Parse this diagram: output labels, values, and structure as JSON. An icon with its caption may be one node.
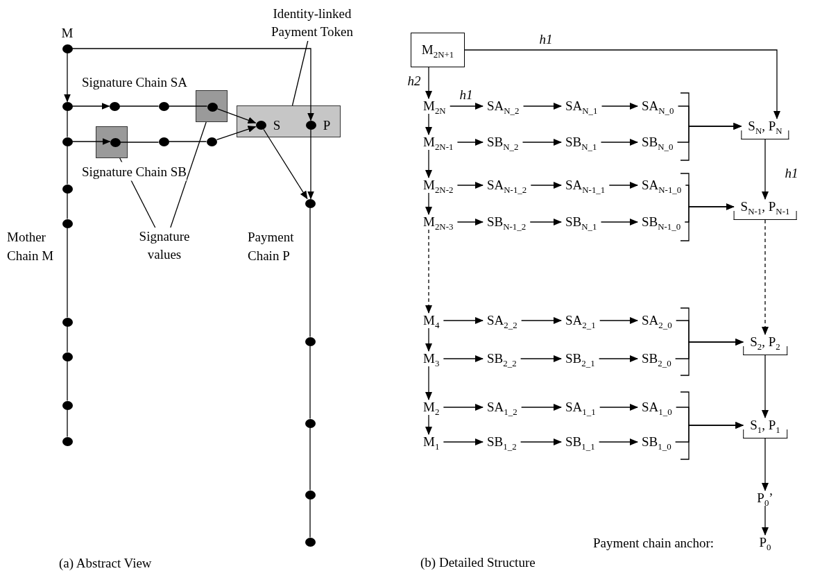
{
  "diagram": {
    "nodes": [
      {
        "text": [
          "Identity-linked Payment Token"
        ]
      },
      {
        "text": [],
        "shape": "circle",
        "beside": [
          "M"
        ]
      },
      {
        "text": [],
        "shape": "circle"
      },
      {
        "text": [],
        "shape": "circle"
      },
      {
        "text": [],
        "shape": "circle"
      },
      {
        "text": [],
        "shape": "box"
      },
      {
        "text": [],
        "shape": "circle",
        "in": 5
      },
      {
        "text": [],
        "shape": "box"
      },
      {
        "text": [],
        "shape": "circle",
        "in": 7,
        "beside": [
          "S"
        ]
      },
      {
        "text": [],
        "shape": "circle",
        "in": 7,
        "beside": [
          "P"
        ]
      },
      {
        "text": [],
        "shape": "circle"
      },
      {
        "text": [],
        "shape": "box"
      },
      {
        "text": [],
        "shape": "circle",
        "in": 11
      },
      {
        "text": [],
        "shape": "circle"
      },
      {
        "text": [],
        "shape": "circle"
      },
      {
        "text": [],
        "shape": "circle"
      },
      {
        "text": [],
        "shape": "circle"
      },
      {
        "text": [],
        "shape": "circle"
      },
      {
        "text": [
          "Signature values"
        ]
      },
      {
        "text": [],
        "shape": "circle"
      },
      {
        "text": [],
        "shape": "circle"
      },
      {
        "text": [],
        "shape": "circle"
      },
      {
        "text": [],
        "shape": "circle"
      },
      {
        "text": [],
        "shape": "circle"
      },
      {
        "text": [],
        "shape": "circle"
      },
      {
        "text": [],
        "shape": "circle"
      },
      {
        "text": [],
        "shape": "circle"
      },
      {
        "text": [
          "M$_{2N+1}$"
        ]
      },
      {
        "text": [
          "M$_{2N}$"
        ]
      },
      {
        "text": [
          "SA$_{N_2}$"
        ]
      },
      {
        "text": [
          "SA$_{N_1}$"
        ]
      },
      {
        "text": [
          "SA$_{N_0}$"
        ]
      },
      {
        "text": [
          "M$_{2N-1}$"
        ]
      },
      {
        "text": [
          "SB$_{N_2}$"
        ]
      },
      {
        "text": [
          "SB$_{N_1}$"
        ]
      },
      {
        "text": [
          "SB$_{N_0}$"
        ]
      },
      {
        "text": [
          "S$_{N}$, P$_{N}$"
        ]
      },
      {
        "text": [
          "M$_{2N-2}$"
        ]
      },
      {
        "text": [
          "SA$_{N-1_2}$"
        ]
      },
      {
        "text": [
          "SA$_{N-1_1}$"
        ]
      },
      {
        "text": [
          "SA$_{N-1_0}$"
        ]
      },
      {
        "text": [
          "M$_{2N-3}$"
        ]
      },
      {
        "text": [
          "SB$_{N-1_2}$"
        ]
      },
      {
        "text": [
          "SB$_{N_1}$"
        ]
      },
      {
        "text": [
          "SB$_{N-1_0}$"
        ]
      },
      {
        "text": [
          "S$_{N-1}$, P$_{N-1}$"
        ]
      },
      {
        "text": [
          "M$_{4}$"
        ]
      },
      {
        "text": [
          "SA$_{2_2}$"
        ]
      },
      {
        "text": [
          "SA$_{2_1}$"
        ]
      },
      {
        "text": [
          "SA$_{2_0}$"
        ]
      },
      {
        "text": [
          "M$_{3}$"
        ]
      },
      {
        "text": [
          "SB$_{2_2}$"
        ]
      },
      {
        "text": [
          "SB$_{2_1}$"
        ]
      },
      {
        "text": [
          "SB$_{2_0}$"
        ]
      },
      {
        "text": [
          "S$_{2}$, P$_{2}$"
        ]
      },
      {
        "text": [
          "M$_{2}$"
        ]
      },
      {
        "text": [
          "SA$_{1_2}$"
        ]
      },
      {
        "text": [
          "SA$_{1_1}$"
        ]
      },
      {
        "text": [
          "SA$_{1_0}$"
        ]
      },
      {
        "text": [
          "M$_{1}$"
        ]
      },
      {
        "text": [
          "SB$_{1_2}$"
        ]
      },
      {
        "text": [
          "SB$_{1_1}$"
        ]
      },
      {
        "text": [
          "SB$_{1_0}$"
        ]
      },
      {
        "text": [
          "S$_{1}$, P$_{1}$"
        ]
      },
      {
        "text": [
          "P$_{0}$’"
        ]
      },
      {
        "text": [
          "P$_{0}$"
        ]
      }
    ],
    "edges": [
      {
        "from": 0,
        "to": 7,
        "arrow": "none"
      },
      {
        "from": 18,
        "to": 11,
        "arrow": "none"
      },
      {
        "from": 18,
        "to": 5,
        "arrow": "none"
      },
      {
        "from": 1,
        "to": 9,
        "arrow": "to"
      },
      {
        "from": 1,
        "to": 2,
        "arrow": "to"
      },
      {
        "from": 2,
        "to": 10,
        "arrow": "none"
      },
      {
        "from": 10,
        "to": 15,
        "arrow": "none"
      },
      {
        "from": 15,
        "to": 17,
        "arrow": "none"
      },
      {
        "from": 17,
        "to": 19,
        "arrow": "none"
      },
      {
        "from": 19,
        "to": 21,
        "arrow": "none"
      },
      {
        "from": 21,
        "to": 22,
        "arrow": "none"
      },
      {
        "from": 22,
        "to": 24,
        "arrow": "none"
      },
      {
        "from": 2,
        "to": 3,
        "arrow": "to"
      },
      {
        "from": 3,
        "to": 4,
        "arrow": "none"
      },
      {
        "from": 4,
        "to": 6,
        "arrow": "none"
      },
      {
        "from": 6,
        "to": 8,
        "arrow": "to"
      },
      {
        "from": 10,
        "to": 12,
        "arrow": "to"
      },
      {
        "from": 12,
        "to": 13,
        "arrow": "none"
      },
      {
        "from": 13,
        "to": 14,
        "arrow": "none"
      },
      {
        "from": 14,
        "to": 8,
        "arrow": "to"
      },
      {
        "from": 8,
        "to": 16,
        "arrow": "to"
      },
      {
        "from": 9,
        "to": 16,
        "arrow": "to"
      },
      {
        "from": 16,
        "to": 20,
        "arrow": "none"
      },
      {
        "from": 20,
        "to": 23,
        "arrow": "none"
      },
      {
        "from": 23,
        "to": 25,
        "arrow": "none"
      },
      {
        "from": 25,
        "to": 26,
        "arrow": "none"
      },
      {
        "from": 27,
        "to": 28,
        "arrow": "to",
        "label": "h2"
      },
      {
        "from": 27,
        "to": 36,
        "arrow": "to",
        "label": "h1"
      },
      {
        "from": 28,
        "to": 29,
        "arrow": "to",
        "label": "h1"
      },
      {
        "from": 29,
        "to": 30,
        "arrow": "to"
      },
      {
        "from": 30,
        "to": 31,
        "arrow": "to"
      },
      {
        "from": 32,
        "to": 33,
        "arrow": "to"
      },
      {
        "from": 33,
        "to": 34,
        "arrow": "to"
      },
      {
        "from": 34,
        "to": 35,
        "arrow": "to"
      },
      {
        "from": 31,
        "to": 36,
        "arrow": "to"
      },
      {
        "from": 35,
        "to": 36,
        "arrow": "to"
      },
      {
        "from": 28,
        "to": 32,
        "arrow": "to"
      },
      {
        "from": 32,
        "to": 37,
        "arrow": "to"
      },
      {
        "from": 37,
        "to": 38,
        "arrow": "to"
      },
      {
        "from": 38,
        "to": 39,
        "arrow": "to"
      },
      {
        "from": 39,
        "to": 40,
        "arrow": "to"
      },
      {
        "from": 41,
        "to": 42,
        "arrow": "to"
      },
      {
        "from": 42,
        "to": 43,
        "arrow": "to"
      },
      {
        "from": 43,
        "to": 44,
        "arrow": "to"
      },
      {
        "from": 40,
        "to": 45,
        "arrow": "to"
      },
      {
        "from": 44,
        "to": 45,
        "arrow": "to"
      },
      {
        "from": 37,
        "to": 41,
        "arrow": "to"
      },
      {
        "from": 36,
        "to": 45,
        "arrow": "to",
        "label": "h1"
      },
      {
        "from": 41,
        "to": 46,
        "arrow": "to",
        "style": "dashed"
      },
      {
        "from": 46,
        "to": 47,
        "arrow": "to"
      },
      {
        "from": 47,
        "to": 48,
        "arrow": "to"
      },
      {
        "from": 48,
        "to": 49,
        "arrow": "to"
      },
      {
        "from": 50,
        "to": 51,
        "arrow": "to"
      },
      {
        "from": 51,
        "to": 52,
        "arrow": "to"
      },
      {
        "from": 52,
        "to": 53,
        "arrow": "to"
      },
      {
        "from": 49,
        "to": 54,
        "arrow": "to"
      },
      {
        "from": 53,
        "to": 54,
        "arrow": "to"
      },
      {
        "from": 46,
        "to": 50,
        "arrow": "to"
      },
      {
        "from": 50,
        "to": 55,
        "arrow": "to"
      },
      {
        "from": 45,
        "to": 54,
        "arrow": "to",
        "style": "dashed"
      },
      {
        "from": 55,
        "to": 56,
        "arrow": "to"
      },
      {
        "from": 56,
        "to": 57,
        "arrow": "to"
      },
      {
        "from": 57,
        "to": 58,
        "arrow": "to"
      },
      {
        "from": 59,
        "to": 60,
        "arrow": "to"
      },
      {
        "from": 60,
        "to": 61,
        "arrow": "to"
      },
      {
        "from": 61,
        "to": 62,
        "arrow": "to"
      },
      {
        "from": 58,
        "to": 63,
        "arrow": "to"
      },
      {
        "from": 62,
        "to": 63,
        "arrow": "to"
      },
      {
        "from": 55,
        "to": 59,
        "arrow": "to"
      },
      {
        "from": 54,
        "to": 63,
        "arrow": "to"
      },
      {
        "from": 63,
        "to": 64,
        "arrow": "to"
      },
      {
        "from": 64,
        "to": 65,
        "arrow": "to"
      }
    ],
    "labels": [
      "Signature Chain SA",
      "Signature Chain SB",
      "Mother Chain M",
      "Payment Chain P",
      "(a) Abstract View",
      "(b) Detailed Structure",
      "Payment chain anchor:"
    ]
  }
}
